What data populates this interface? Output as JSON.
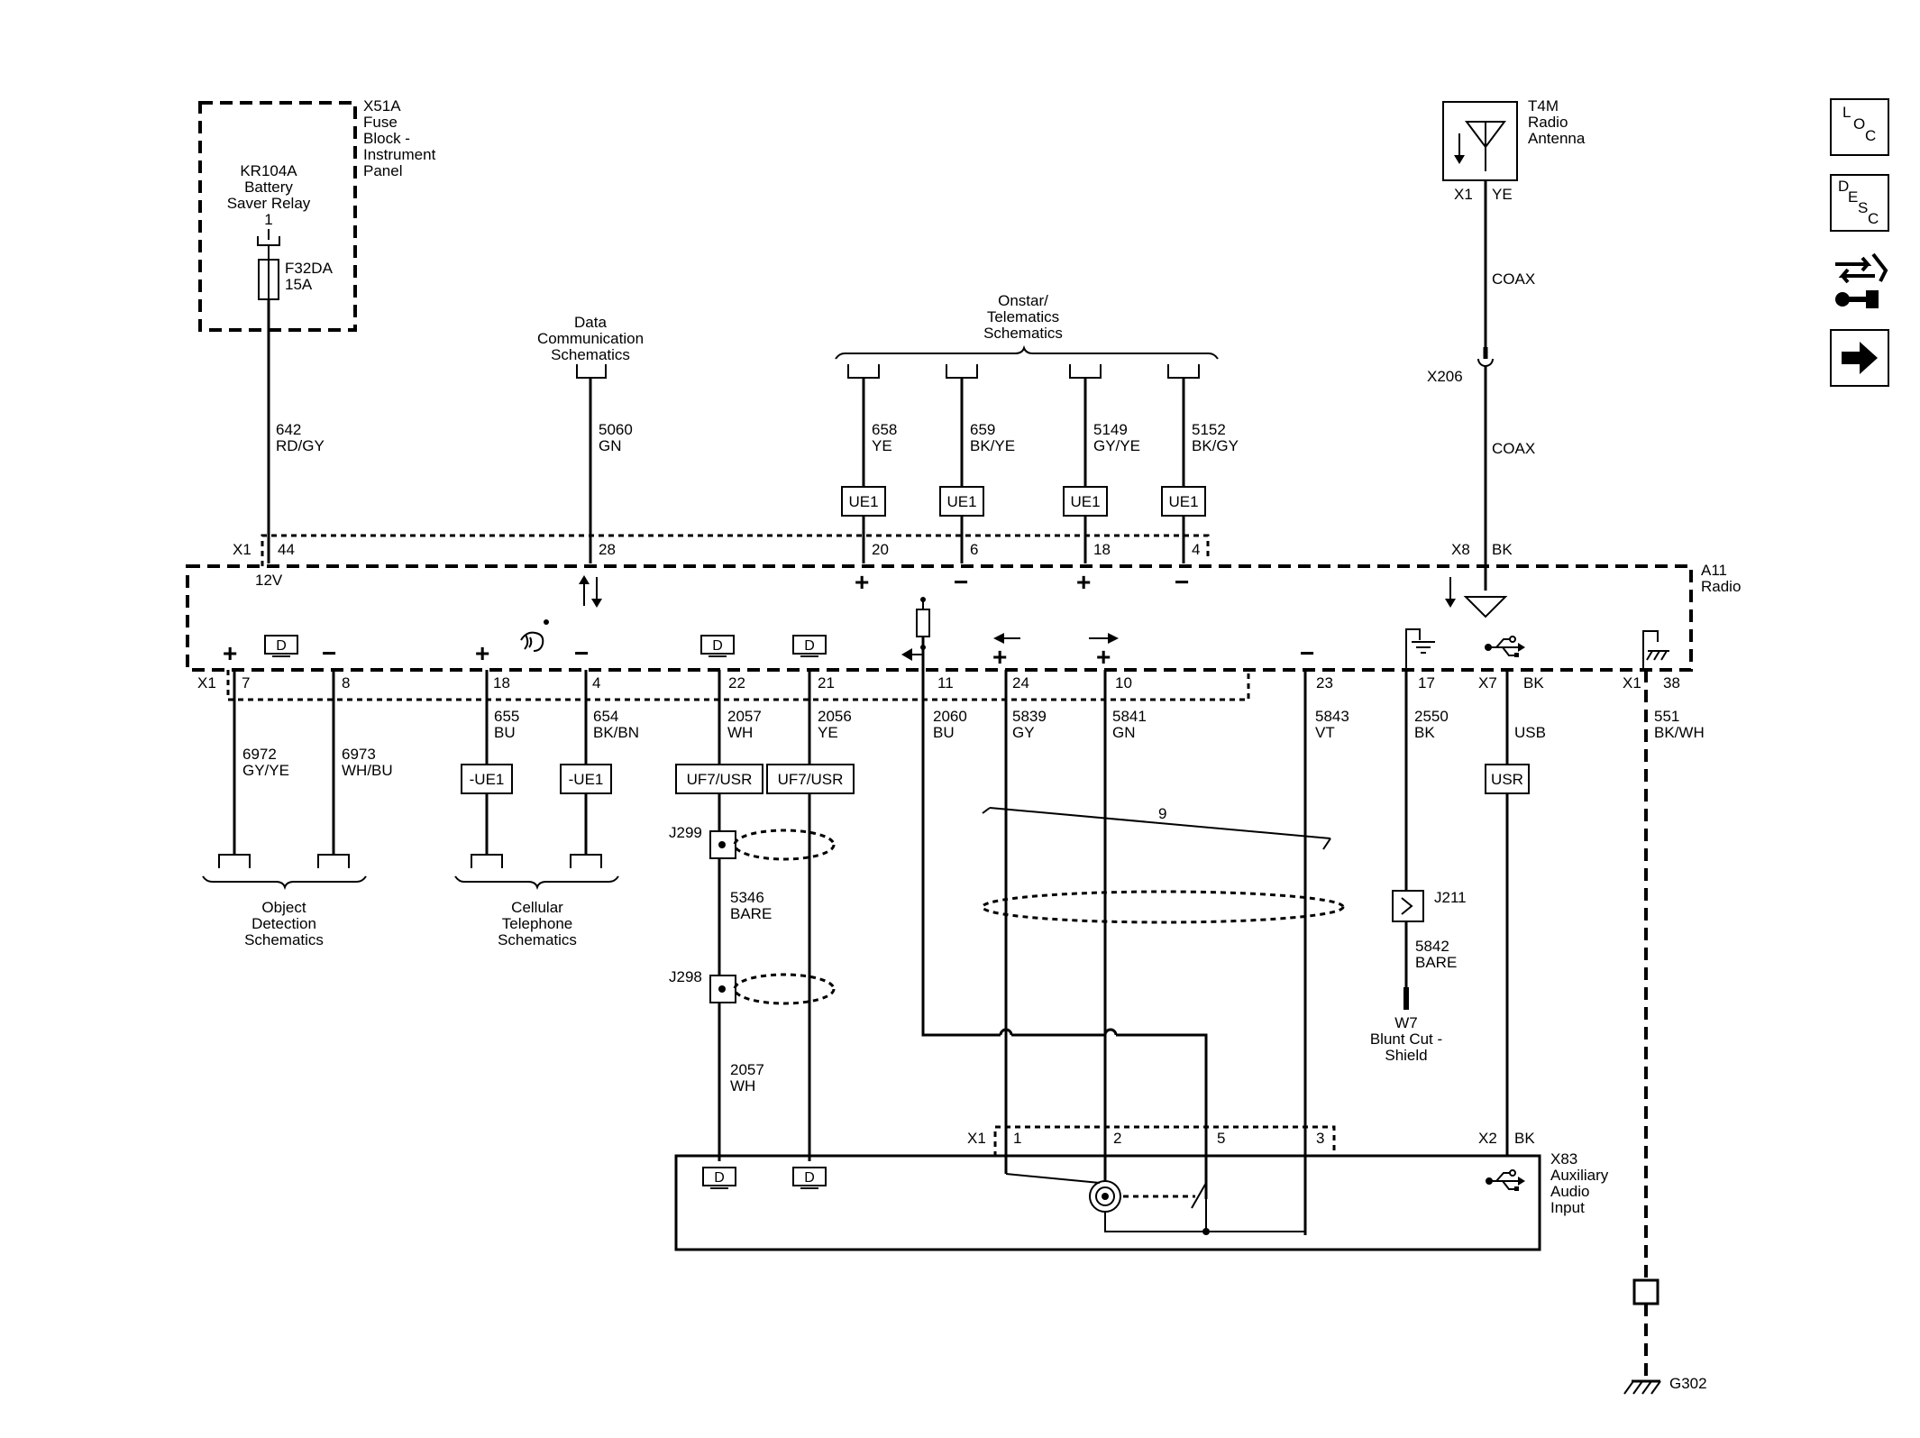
{
  "fuse_block": {
    "ref": "X51A",
    "l1": "Fuse",
    "l2": "Block -",
    "l3": "Instrument",
    "l4": "Panel"
  },
  "relay": {
    "l1": "KR104A",
    "l2": "Battery",
    "l3": "Saver Relay",
    "l4": "1"
  },
  "fuse": {
    "id": "F32DA",
    "amp": "15A"
  },
  "antenna": {
    "ref": "T4M",
    "l1": "Radio",
    "l2": "Antenna",
    "conn": "X1",
    "color": "YE"
  },
  "coax": {
    "upper": "COAX",
    "lower": "COAX",
    "inline": "X206"
  },
  "data_comm": {
    "l1": "Data",
    "l2": "Communication",
    "l3": "Schematics"
  },
  "onstar": {
    "l1": "Onstar/",
    "l2": "Telematics",
    "l3": "Schematics"
  },
  "top_wires": [
    {
      "circuit": "642",
      "color": "RD/GY",
      "pin": "44"
    },
    {
      "circuit": "5060",
      "color": "GN",
      "pin": "28"
    },
    {
      "circuit": "658",
      "color": "YE",
      "pin": "20"
    },
    {
      "circuit": "659",
      "color": "BK/YE",
      "pin": "6"
    },
    {
      "circuit": "5149",
      "color": "GY/YE",
      "pin": "18"
    },
    {
      "circuit": "5152",
      "color": "BK/GY",
      "pin": "4"
    }
  ],
  "ue1": "UE1",
  "radio": {
    "ref": "A11",
    "name": "Radio",
    "top_conn": "X1",
    "x8": "X8",
    "x8_color": "BK",
    "v12": "12V",
    "bot_conn": "X1",
    "x7": "X7",
    "x7_color": "BK",
    "x1b": "X1"
  },
  "bottom_wires": [
    {
      "pin": "7",
      "circuit": "6972",
      "color": "GY/YE"
    },
    {
      "pin": "8",
      "circuit": "6973",
      "color": "WH/BU"
    },
    {
      "pin": "18",
      "circuit": "655",
      "color": "BU"
    },
    {
      "pin": "4",
      "circuit": "654",
      "color": "BK/BN"
    },
    {
      "pin": "22",
      "circuit": "2057",
      "color": "WH"
    },
    {
      "pin": "21",
      "circuit": "2056",
      "color": "YE"
    },
    {
      "pin": "11",
      "circuit": "2060",
      "color": "BU"
    },
    {
      "pin": "24",
      "circuit": "5839",
      "color": "GY"
    },
    {
      "pin": "10",
      "circuit": "5841",
      "color": "GN"
    },
    {
      "pin": "23",
      "circuit": "5843",
      "color": "VT"
    },
    {
      "pin": "17",
      "circuit": "2550",
      "color": "BK"
    },
    {
      "pin": "38",
      "circuit": "551",
      "color": "BK/WH"
    }
  ],
  "usb_color": "USB",
  "usr": "USR",
  "neg_ue1": "-UE1",
  "uf7": "UF7/USR",
  "d_label": "D",
  "object_det": {
    "l1": "Object",
    "l2": "Detection",
    "l3": "Schematics"
  },
  "cell_tel": {
    "l1": "Cellular",
    "l2": "Telephone",
    "l3": "Schematics"
  },
  "splices": {
    "j299": "J299",
    "j298": "J298",
    "j211": "J211"
  },
  "drain1": {
    "circuit": "5346",
    "color": "BARE"
  },
  "wh_lower": {
    "circuit": "2057",
    "color": "WH"
  },
  "drain2": {
    "circuit": "5842",
    "color": "BARE"
  },
  "twist_count": "9",
  "shield": {
    "ref": "W7",
    "l1": "Blunt Cut -",
    "l2": "Shield"
  },
  "aux": {
    "ref": "X83",
    "l1": "Auxiliary",
    "l2": "Audio",
    "l3": "Input",
    "x1": "X1",
    "x2": "X2",
    "x2_color": "BK",
    "pins": [
      "1",
      "2",
      "5",
      "3"
    ]
  },
  "ground": "G302",
  "side_buttons": {
    "loc": [
      "L",
      "O",
      "C"
    ],
    "desc": [
      "D",
      "E",
      "S",
      "C"
    ]
  }
}
